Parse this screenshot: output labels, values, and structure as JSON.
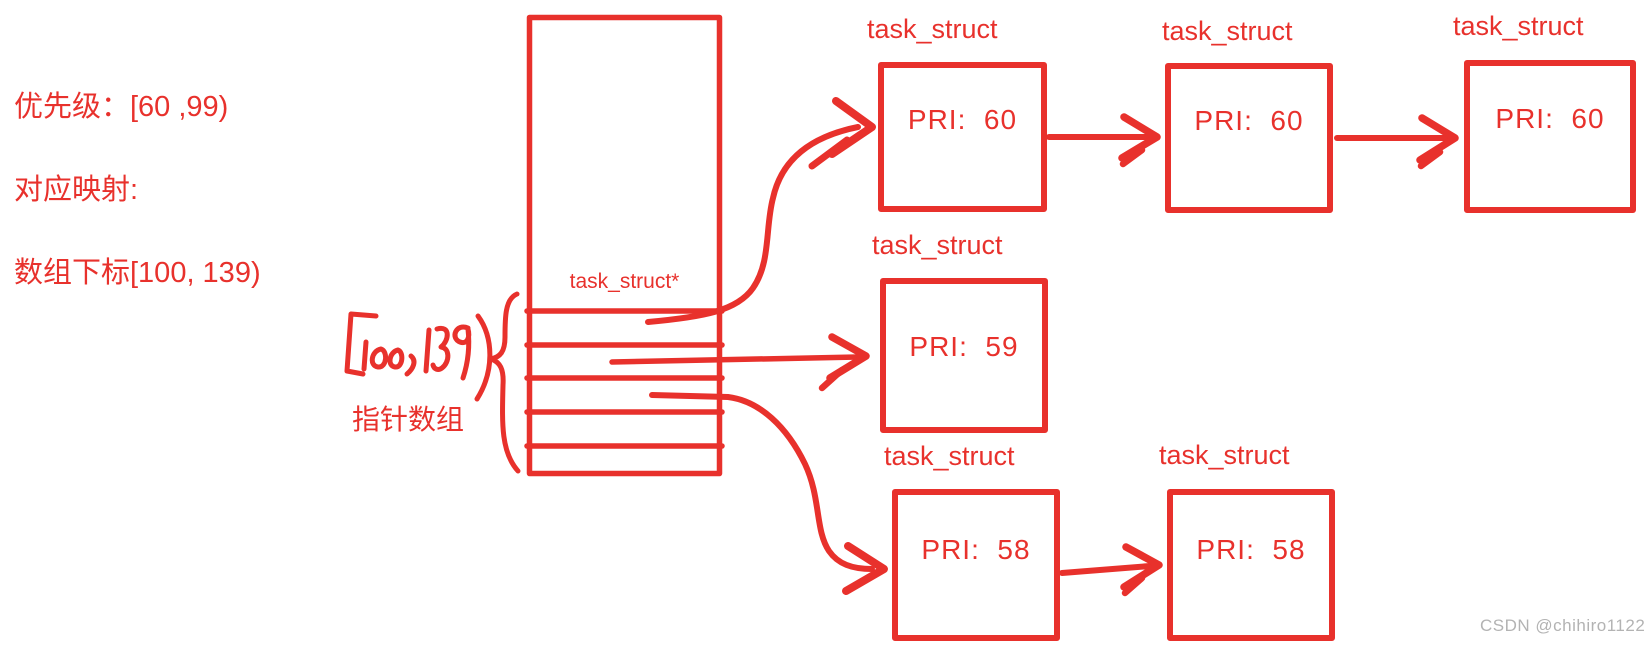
{
  "colors": {
    "accent_red": "#e8312c",
    "watermark_gray": "#b3b3b3"
  },
  "annotation": {
    "line1": "优先级：[60 ,99)",
    "line2": "对应映射:",
    "line3": "数组下标[100, 139)"
  },
  "pointer_array": {
    "element_type_label": "task_struct*",
    "handwritten_index_range": "[100,139)",
    "caption": "指针数组",
    "cell_count": 5
  },
  "task_nodes": [
    {
      "title": "task_struct",
      "pri": "PRI:  60"
    },
    {
      "title": "task_struct",
      "pri": "PRI:  60"
    },
    {
      "title": "task_struct",
      "pri": "PRI:  60"
    },
    {
      "title": "task_struct",
      "pri": "PRI:  59"
    },
    {
      "title": "task_struct",
      "pri": "PRI:  58"
    },
    {
      "title": "task_struct",
      "pri": "PRI:  58"
    }
  ],
  "watermark": "CSDN @chihiro1122"
}
